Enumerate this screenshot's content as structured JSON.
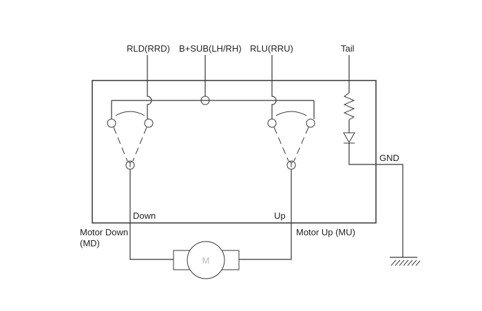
{
  "labels": {
    "rld": "RLD(RRD)",
    "bsub": "B+SUB(LH/RH)",
    "rlu": "RLU(RRU)",
    "tail": "Tail",
    "gnd": "GND",
    "down": "Down",
    "up": "Up",
    "motor_down_line1": "Motor Down",
    "motor_down_line2": "(MD)",
    "motor_up": "Motor Up (MU)",
    "motor_symbol": "M"
  }
}
